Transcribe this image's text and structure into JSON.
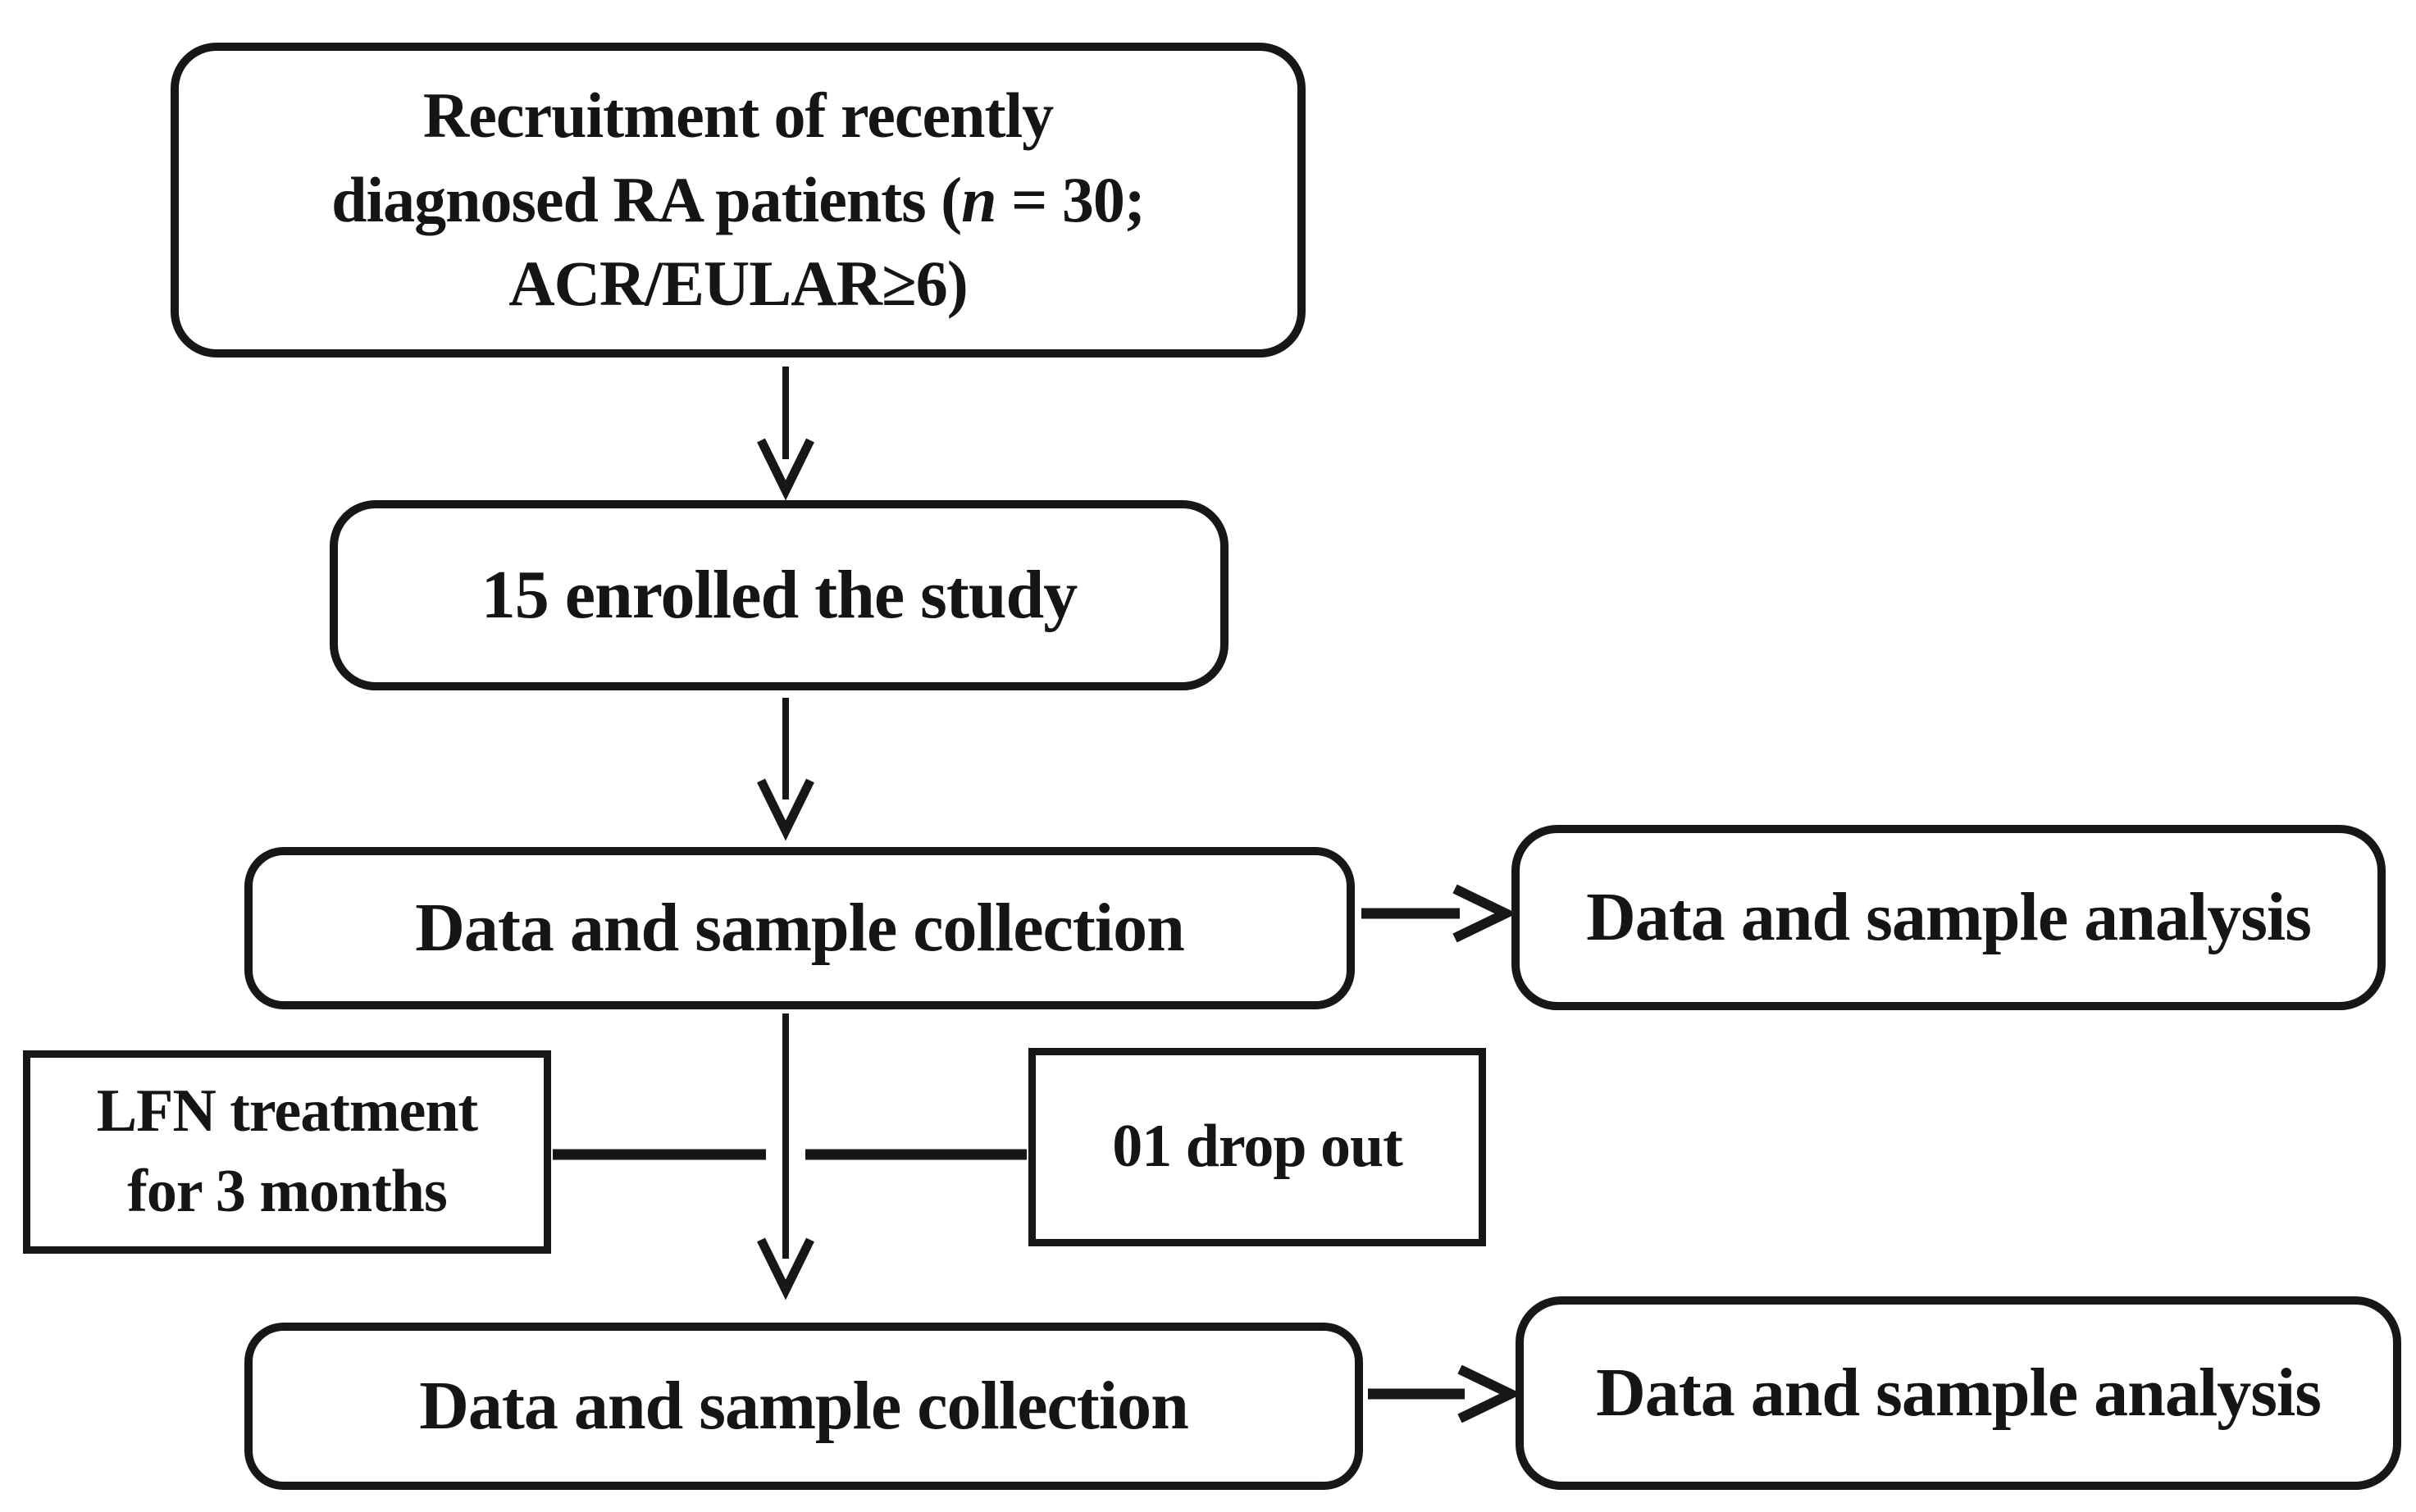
{
  "figure": {
    "type": "flowchart",
    "background_color": "#ffffff",
    "line_color": "#171717",
    "text_color": "#151515",
    "nodes": {
      "recruitment": {
        "line1": "Recruitment of recently",
        "line2_pre": "diagnosed RA patients (",
        "line2_italic": "n",
        "line2_post": " = 30;",
        "line3": "ACR/EULAR≥6)"
      },
      "enrolled": {
        "label": "15 enrolled the study"
      },
      "collection_baseline": {
        "label": "Data and sample collection"
      },
      "analysis_baseline": {
        "label": "Data and sample analysis"
      },
      "lfn_treatment": {
        "line1": "LFN treatment",
        "line2": "for 3 months"
      },
      "drop_out": {
        "label": "01 drop out"
      },
      "collection_followup": {
        "label": "Data and sample collection"
      },
      "analysis_followup": {
        "label": "Data and sample analysis"
      }
    }
  }
}
